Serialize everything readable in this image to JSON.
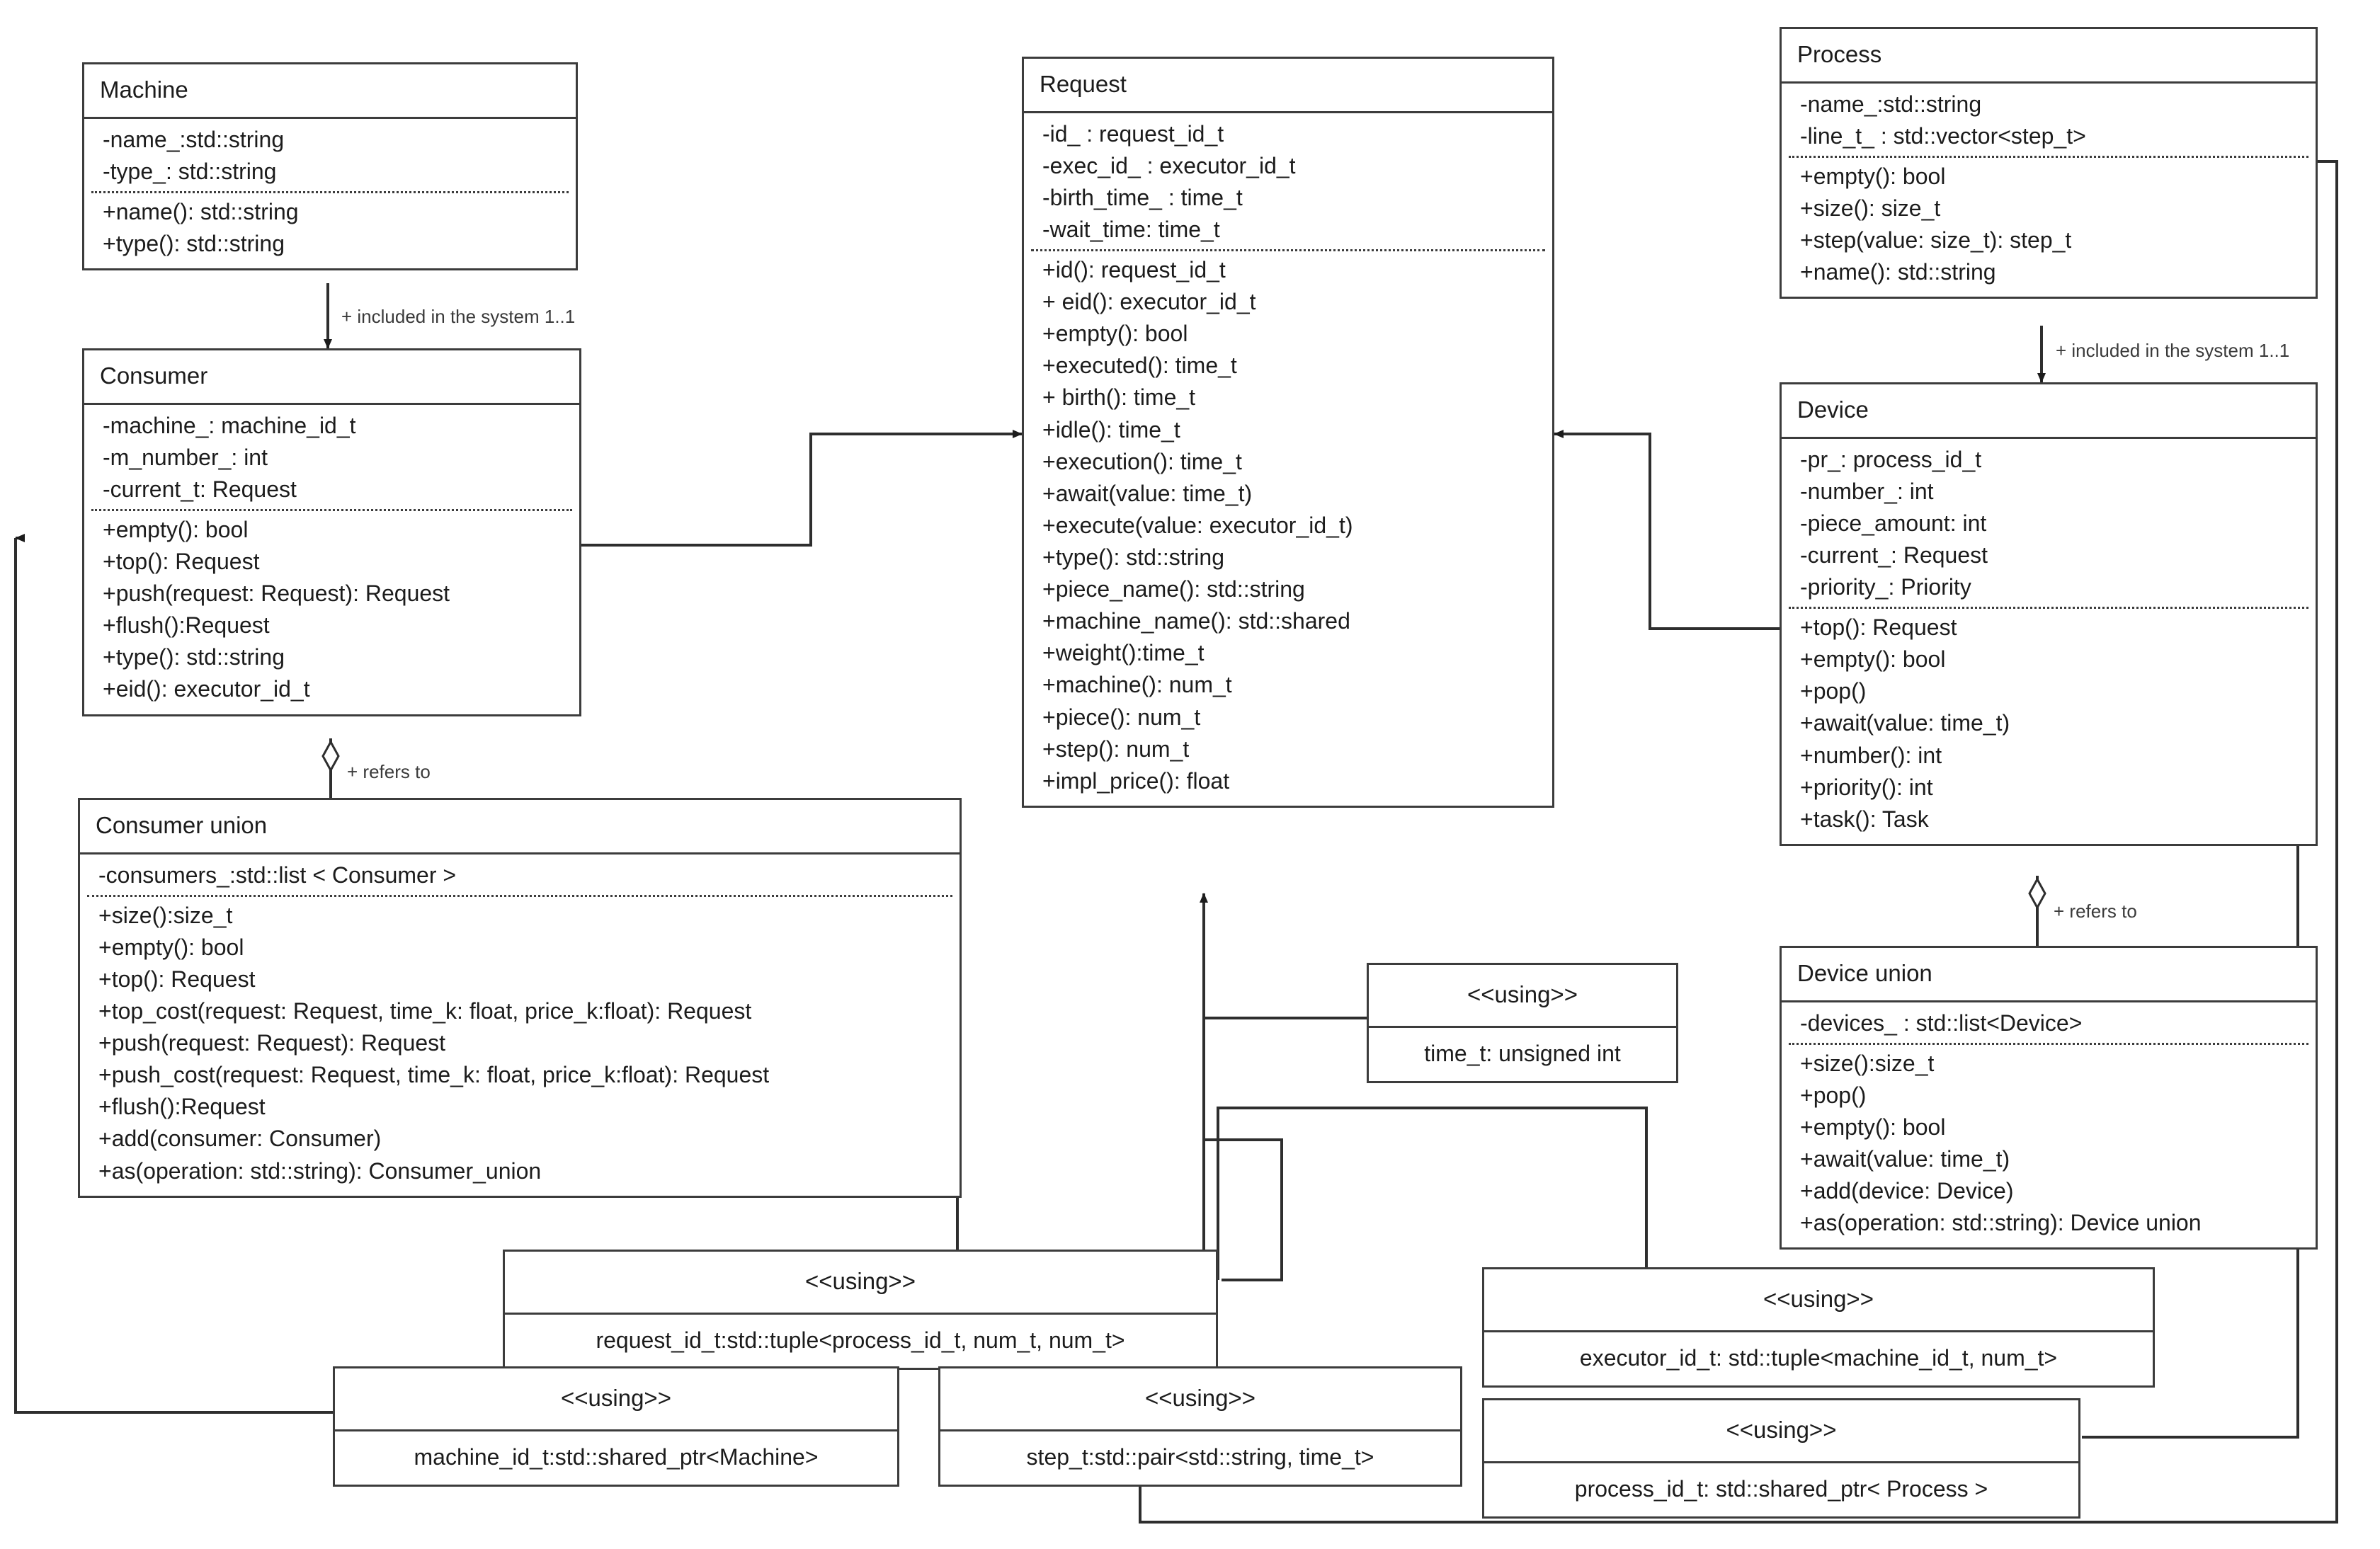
{
  "diagram": {
    "type": "uml-class-diagram",
    "title": "",
    "stereotype_label": "<<using>>",
    "colors": {
      "line": "#3c3c3c",
      "text": "#1c1c1c",
      "background": "#ffffff",
      "label_text": "#3a3a3a"
    }
  },
  "classes": [
    {
      "id": "machine",
      "name": "Machine",
      "attributes": [
        "-name_:std::string",
        "-type_: std::string"
      ],
      "methods": [
        "+name(): std::string",
        "+type(): std::string"
      ]
    },
    {
      "id": "consumer",
      "name": "Consumer",
      "attributes": [
        "-machine_: machine_id_t",
        "-m_number_: int",
        "-current_t: Request"
      ],
      "methods": [
        "+empty(): bool",
        "+top(): Request",
        "+push(request: Request): Request",
        "+flush():Request",
        "+type(): std::string",
        "+eid(): executor_id_t"
      ]
    },
    {
      "id": "consumer-union",
      "name": "Consumer union",
      "attributes": [
        "-consumers_:std::list < Consumer >"
      ],
      "methods": [
        "+size():size_t",
        "+empty(): bool",
        "+top(): Request",
        "+top_cost(request: Request, time_k: float, price_k:float): Request",
        "+push(request: Request): Request",
        "+push_cost(request: Request, time_k: float, price_k:float): Request",
        "+flush():Request",
        "+add(consumer: Consumer)",
        "+as(operation: std::string): Consumer_union"
      ]
    },
    {
      "id": "request",
      "name": "Request",
      "attributes": [
        "-id_ : request_id_t",
        "-exec_id_ : executor_id_t",
        "-birth_time_ : time_t",
        "-wait_time: time_t"
      ],
      "methods": [
        "+id(): request_id_t",
        "+ eid(): executor_id_t",
        "+empty(): bool",
        "+executed(): time_t",
        "+ birth(): time_t",
        "+idle(): time_t",
        "+execution(): time_t",
        "+await(value: time_t)",
        "+execute(value: executor_id_t)",
        "+type(): std::string",
        "+piece_name(): std::string",
        "+machine_name(): std::shared",
        "+weight():time_t",
        "+machine(): num_t",
        "+piece(): num_t",
        "+step(): num_t",
        "+impl_price(): float"
      ]
    },
    {
      "id": "process",
      "name": "Process",
      "attributes": [
        "-name_:std::string",
        "-line_t_ : std::vector<step_t>"
      ],
      "methods": [
        "+empty(): bool",
        "+size(): size_t",
        "+step(value: size_t): step_t",
        "+name():  std::string"
      ]
    },
    {
      "id": "device",
      "name": "Device",
      "attributes": [
        "-pr_: process_id_t",
        "-number_: int",
        "-piece_amount: int",
        "-current_: Request",
        "-priority_: Priority"
      ],
      "methods": [
        "+top(): Request",
        "+empty(): bool",
        "+pop()",
        "+await(value: time_t)",
        "+number(): int",
        "+priority(): int",
        "+task(): Task"
      ]
    },
    {
      "id": "device-union",
      "name": "Device union",
      "attributes": [
        "-devices_ : std::list<Device>"
      ],
      "methods": [
        "+size():size_t",
        "+pop()",
        "+empty(): bool",
        "+await(value: time_t)",
        "+add(device: Device)",
        "+as(operation:  std::string): Device union"
      ]
    }
  ],
  "using_blocks": [
    {
      "id": "using-time-t",
      "stereotype": "<<using>>",
      "declaration": "time_t: unsigned int"
    },
    {
      "id": "using-request-id-t",
      "stereotype": "<<using>>",
      "declaration": "request_id_t:std::tuple<process_id_t, num_t, num_t>"
    },
    {
      "id": "using-machine-id-t",
      "stereotype": "<<using>>",
      "declaration": "machine_id_t:std::shared_ptr<Machine>"
    },
    {
      "id": "using-step-t",
      "stereotype": "<<using>>",
      "declaration": "step_t:std::pair<std::string, time_t>"
    },
    {
      "id": "using-executor-id-t",
      "stereotype": "<<using>>",
      "declaration": "executor_id_t: std::tuple<machine_id_t, num_t>"
    },
    {
      "id": "using-process-id-t",
      "stereotype": "<<using>>",
      "declaration": "process_id_t: std::shared_ptr< Process >"
    }
  ],
  "edge_labels": [
    {
      "id": "machine-consumer",
      "text": "+ included in the system 1..1"
    },
    {
      "id": "process-device",
      "text": "+ included in the system 1..1"
    },
    {
      "id": "consumer-consumer-union",
      "text": "+ refers to"
    },
    {
      "id": "device-device-union",
      "text": "+ refers to"
    }
  ]
}
